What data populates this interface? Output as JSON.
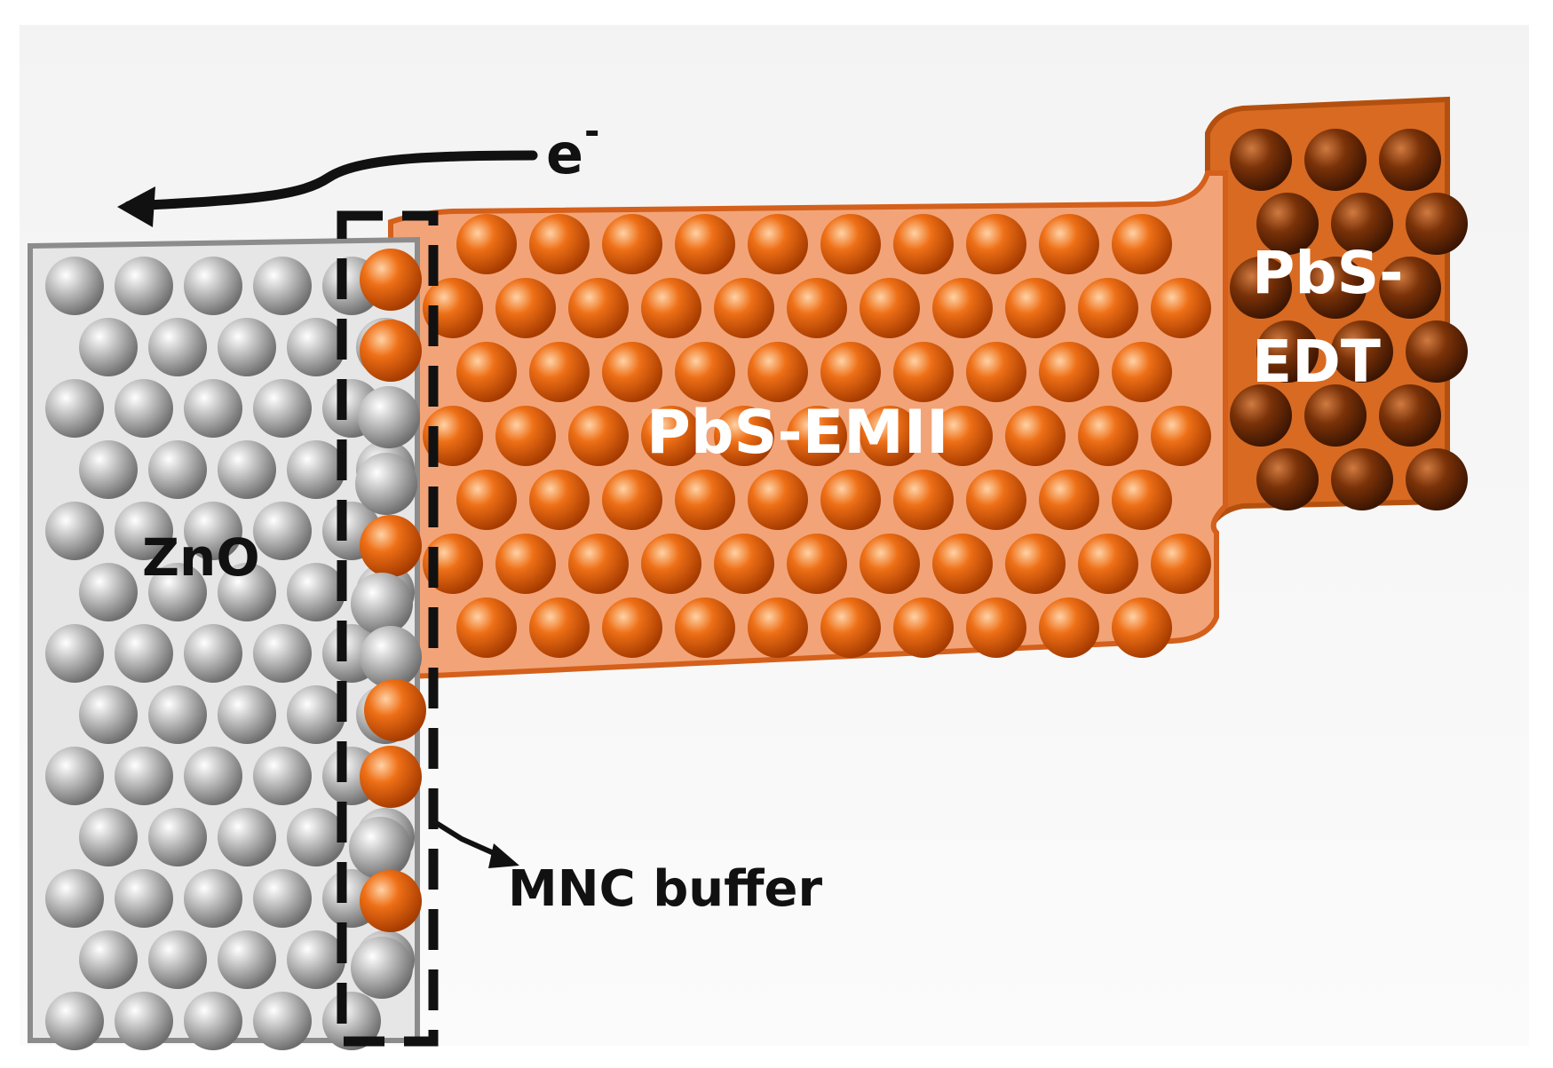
{
  "labels": {
    "electron_symbol": "e",
    "electron_charge": "-",
    "zno": "ZnO",
    "pbs_emii": "PbS-EMII",
    "pbs_edt_line1": "PbS-",
    "pbs_edt_line2": "EDT",
    "buffer": "MNC buffer"
  },
  "colors": {
    "zno_sphere": "#a9a9a9",
    "zno_layer_fill": "#e6e6e6",
    "pbs_emii_sphere": "#e0600e",
    "pbs_emii_layer_fill": "#f2a478",
    "pbs_edt_sphere": "#7a3208",
    "pbs_edt_layer_fill": "#d86a22",
    "arrow": "#111111",
    "buffer_box": "#111111"
  }
}
